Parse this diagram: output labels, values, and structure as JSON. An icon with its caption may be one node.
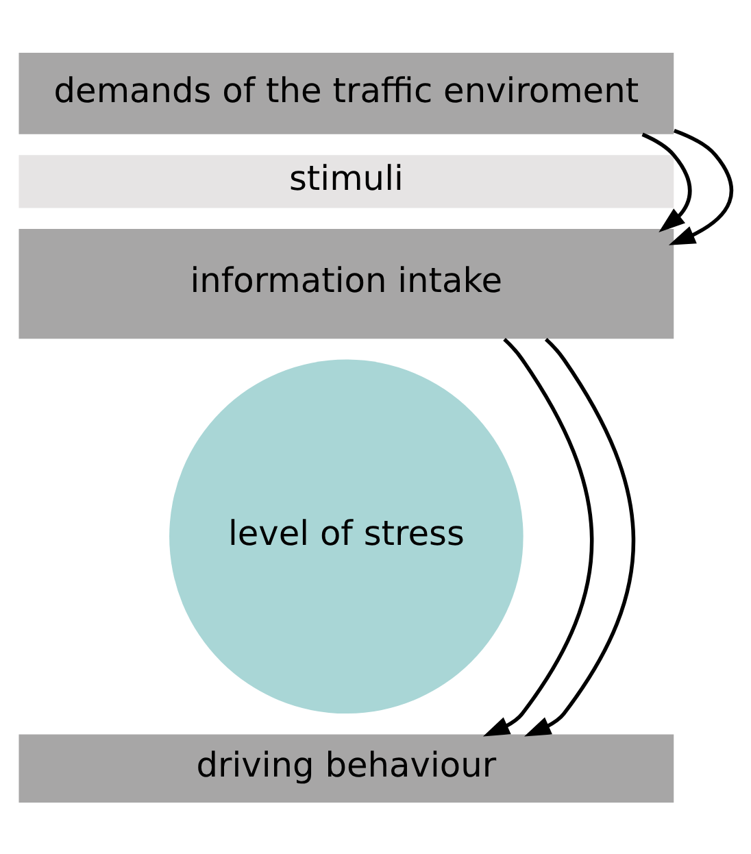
{
  "diagram": {
    "nodes": [
      {
        "text": [
          "demands of the traffic enviroment"
        ]
      },
      {
        "text": [
          "stimuli"
        ]
      },
      {
        "text": [
          "information intake"
        ]
      },
      {
        "text": [
          "level of stress"
        ]
      },
      {
        "text": [
          "driving behaviour"
        ]
      }
    ],
    "edges": [
      {
        "from": 0,
        "to": 2,
        "arrow": "to"
      },
      {
        "from": 0,
        "to": 2,
        "arrow": "to"
      },
      {
        "from": 2,
        "to": 4,
        "arrow": "to"
      },
      {
        "from": 2,
        "to": 4,
        "arrow": "to"
      }
    ]
  }
}
